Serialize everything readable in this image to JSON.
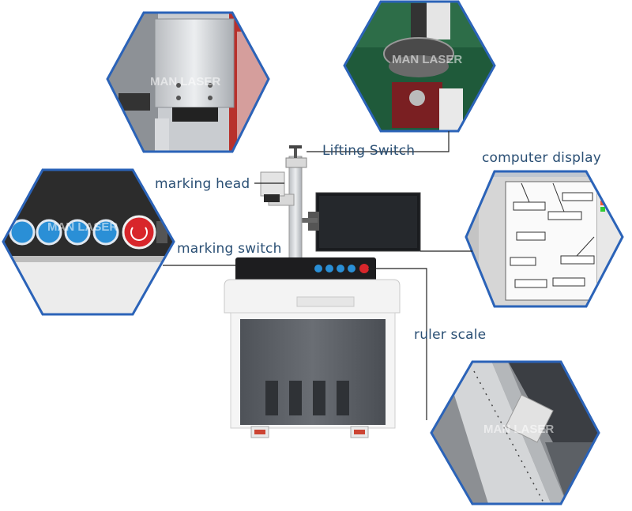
{
  "labels": {
    "lifting_switch": "Lifting Switch",
    "computer_display": "computer display",
    "marking_head": "marking head",
    "marking_switch": "marking switch",
    "ruler_scale": "ruler scale"
  },
  "watermark": "MAN LASER",
  "colors": {
    "hex_border": "#2b63b8",
    "label_text": "#2a4f74",
    "callout_line": "#222222",
    "panel_button": "#2a8fd6",
    "stop_button": "#d8262b"
  }
}
